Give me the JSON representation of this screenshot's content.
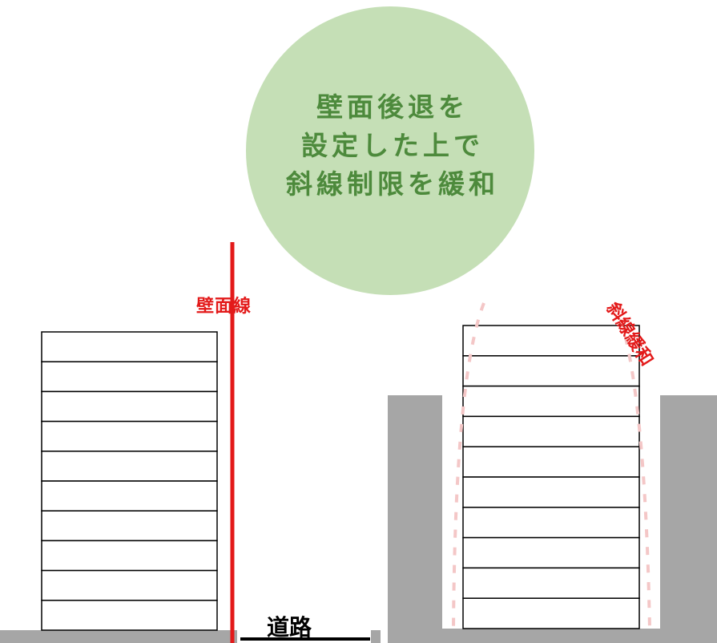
{
  "bubble": {
    "lines": [
      "壁面後退を",
      "設定した上で",
      "斜線制限を緩和"
    ],
    "fill": "#c5dfb6",
    "text_color": "#4d8a3c"
  },
  "labels": {
    "wall_line": "壁面線",
    "diagonal_relaxation": "斜線緩和",
    "road": "道路"
  },
  "colors": {
    "wall_line": "#e31a1a",
    "setback_curve": "#f4c7c7",
    "neighbor_building": "#a6a6a6",
    "ground": "#a6a6a6",
    "building_outline": "#000000"
  },
  "left_building": {
    "floors": 10
  },
  "right_building": {
    "floors": 10
  }
}
